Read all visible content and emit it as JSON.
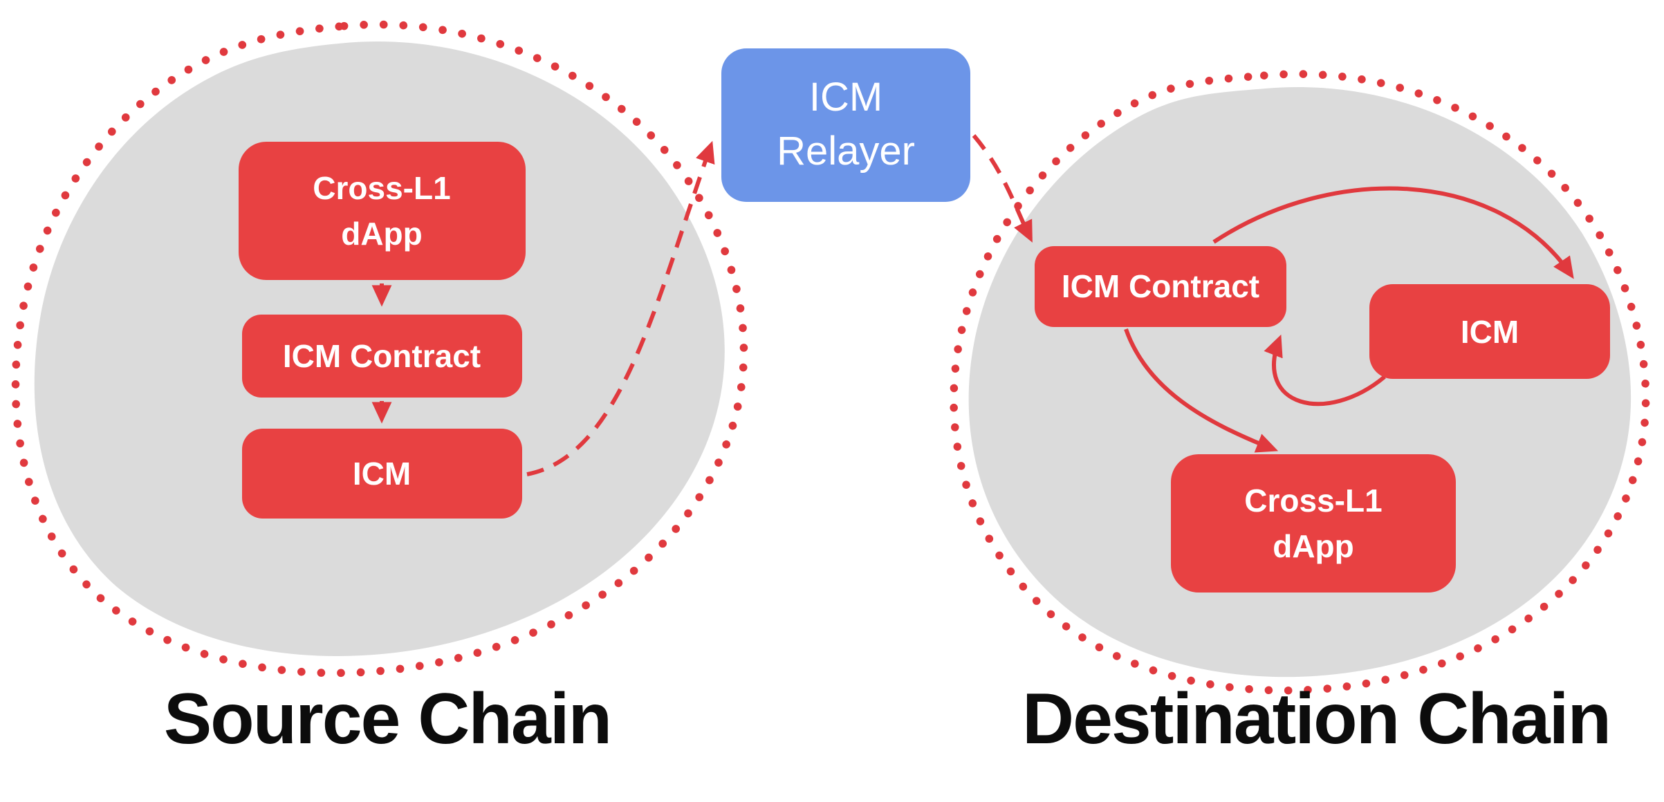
{
  "source_chain": {
    "title": "Source Chain",
    "boxes": {
      "dapp": {
        "line1": "Cross-L1",
        "line2": "dApp"
      },
      "icm_contract": "ICM Contract",
      "icm": "ICM"
    }
  },
  "relayer": {
    "line1": "ICM",
    "line2": "Relayer"
  },
  "destination_chain": {
    "title": "Destination Chain",
    "boxes": {
      "icm_contract": "ICM Contract",
      "icm": "ICM",
      "dapp": {
        "line1": "Cross-L1",
        "line2": "dApp"
      }
    }
  },
  "colors": {
    "box_red": "#E84142",
    "arrow_red": "#E0393E",
    "dotted_border_red": "#E0393E",
    "relayer_blue": "#6C95E8",
    "blob_gray": "#DBDBDB",
    "title_black": "#0C0C0C",
    "box_text_white": "#FFFFFF",
    "background": "#FFFFFF"
  }
}
